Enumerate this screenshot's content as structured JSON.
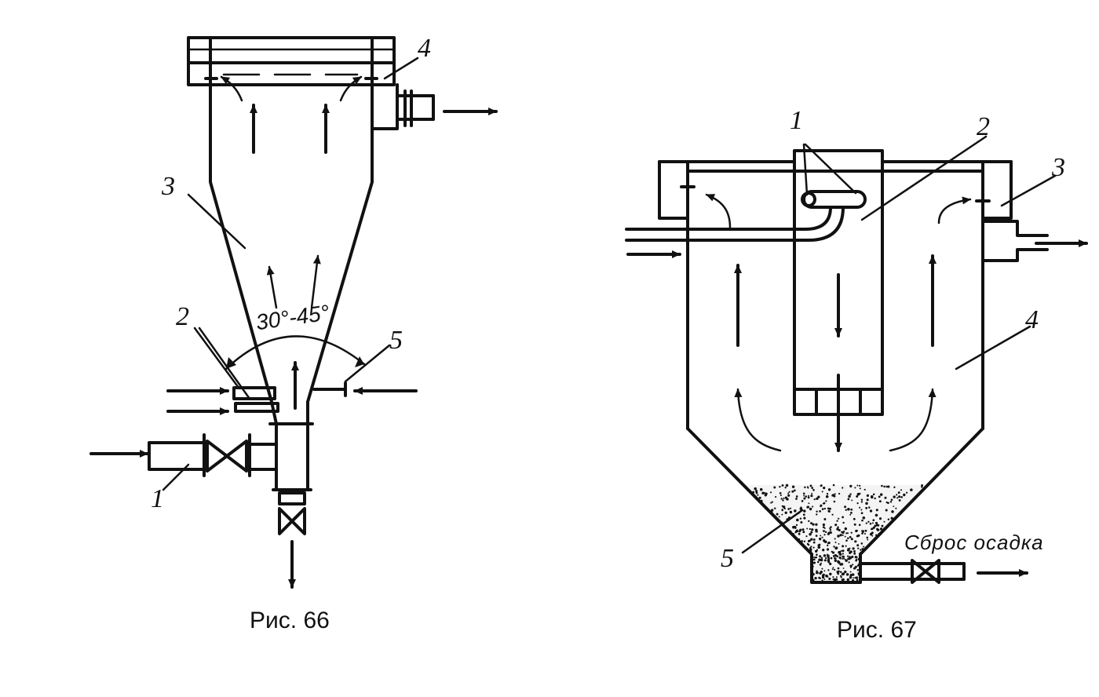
{
  "figures": [
    {
      "caption": "Рис. 66",
      "labels": {
        "n1": "1",
        "n2": "2",
        "n3": "3",
        "n4": "4",
        "n5": "5"
      },
      "angle_text": "30°-45°"
    },
    {
      "caption": "Рис. 67",
      "labels": {
        "n1": "1",
        "n2": "2",
        "n3": "3",
        "n4": "4",
        "n5": "5"
      },
      "sludge_discharge": "Сброс осадка"
    }
  ],
  "colors": {
    "ink": "#111111",
    "paper": "#ffffff"
  }
}
